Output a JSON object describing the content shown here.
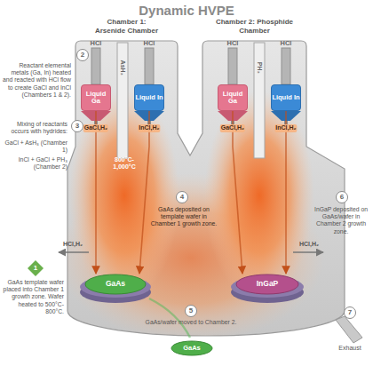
{
  "diagram": {
    "title": "Dynamic HVPE",
    "nodes": [
      {
        "text": [
          "Chamber 1: Arsenide Chamber"
        ]
      },
      {
        "text": [
          "Liquid Ga"
        ],
        "in": 0
      },
      {
        "text": [
          "Liquid In"
        ],
        "in": 0
      },
      {
        "text": [
          "Chamber 2: Phosphide Chamber"
        ]
      },
      {
        "text": [
          "Liquid Ga"
        ],
        "in": 3
      },
      {
        "text": [
          "Liquid In"
        ],
        "in": 3
      },
      {
        "text": [
          "GaAs"
        ]
      },
      {
        "text": [
          "InGaP"
        ]
      },
      {
        "text": [
          "GaAs"
        ]
      }
    ],
    "edges": [
      {
        "from": 1,
        "to": 6,
        "label": "GaCl,H₂",
        "arrow": "to"
      },
      {
        "from": 2,
        "to": 6,
        "label": "InCl,H₂",
        "arrow": "to"
      },
      {
        "from": 4,
        "to": 7,
        "label": "GaCl,H₂",
        "arrow": "to"
      },
      {
        "from": 5,
        "to": 7,
        "label": "InCl,H₂",
        "arrow": "to"
      }
    ],
    "labels": [
      "HCl",
      "AsH₃",
      "HCl",
      "HCl",
      "PH₃",
      "HCl",
      "800°C- 1,000°C",
      "HCl,H₂",
      "HCl,H₂",
      "2",
      "Reactant elemental metals (Ga, In) heated and reacted with HCl flow to create GaCl and InCl (Chambers 1 & 2).",
      "3",
      "Mixing of reactants occurs with hydrides:",
      "GaCl + AsH₃ (Chamber 1)",
      "InCl + GaCl + PH₃ (Chamber 2)",
      "1",
      "GaAs template wafer placed into Chamber 1 growth zone. Wafer heated to 500°C-800°C.",
      "4",
      "GaAs deposited on template wafer in Chamber 1 growth zone.",
      "5",
      "GaAs/wafer moved to Chamber 2.",
      "6",
      "InGaP deposited on GaAs/wafer in Chamber 2 growth zone.",
      "7",
      "Exhaust"
    ]
  }
}
